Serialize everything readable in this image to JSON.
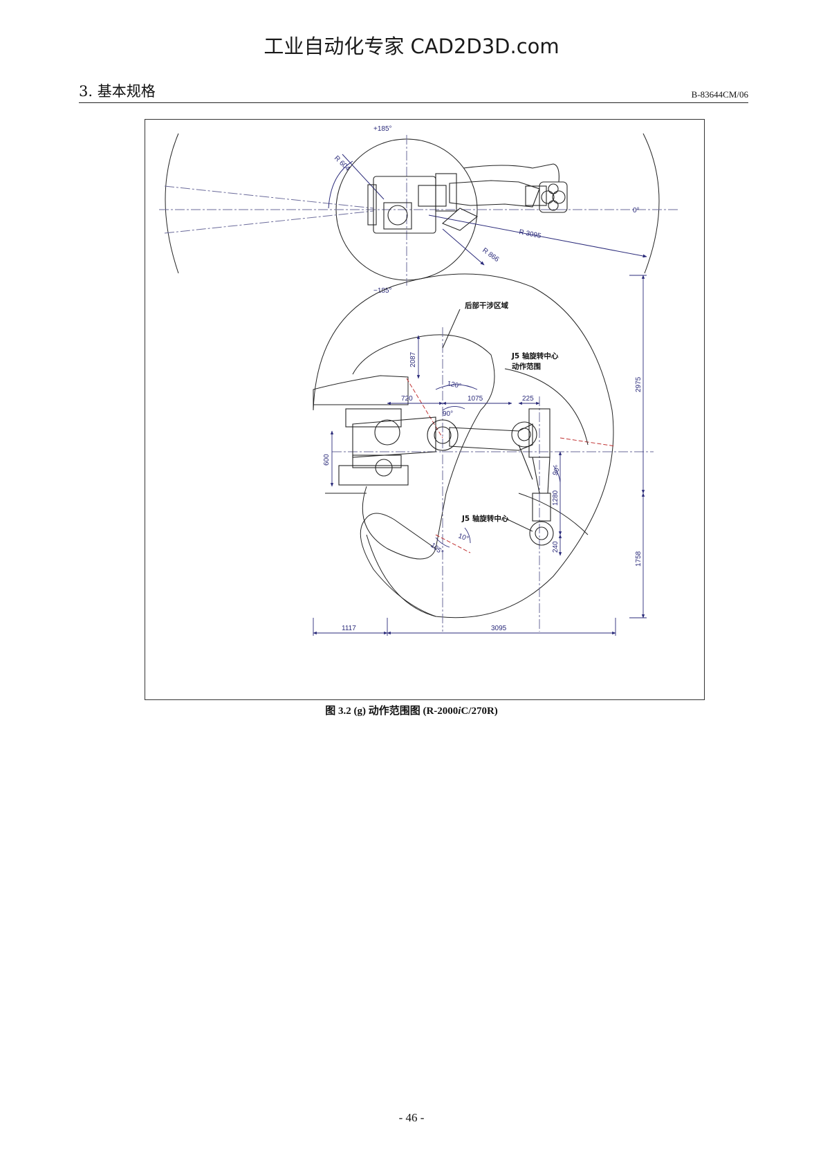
{
  "watermark": "工业自动化专家 CAD2D3D.com",
  "header": {
    "section_title": "3. 基本规格",
    "doc_code": "B-83644CM/06"
  },
  "figure": {
    "top_view": {
      "angle_plus": "+185°",
      "angle_minus": "−185°",
      "angle_zero": "0°",
      "radius_small": "R 604",
      "radius_mid": "R 866",
      "radius_large": "R 3095"
    },
    "side_view": {
      "rear_interference": "后部干涉区域",
      "j5_range_line1": "J5 轴旋转中心",
      "j5_range_line2": "动作范围",
      "j5_center": "J5 轴旋转中心",
      "dim_2087": "2087",
      "dim_720": "720",
      "dim_1075": "1075",
      "dim_225": "225",
      "dim_600": "600",
      "dim_1280": "1280",
      "dim_240": "240",
      "dim_2975": "2975",
      "dim_1758": "1758",
      "dim_1117": "1117",
      "dim_3095": "3095",
      "ang_120": "120°",
      "ang_90a": "90°",
      "ang_90b": "90°",
      "ang_10": "10°",
      "ang_105": "105°"
    }
  },
  "caption": {
    "prefix": "图 3.2 (g)  动作范围图  (R-2000",
    "italic": "i",
    "suffix": "C/270R)"
  },
  "page_number": "- 46 -",
  "colors": {
    "line": "#222222",
    "dimension": "#2a2a7a",
    "centerline": "#6a6a9a",
    "limit": "#c03030"
  }
}
